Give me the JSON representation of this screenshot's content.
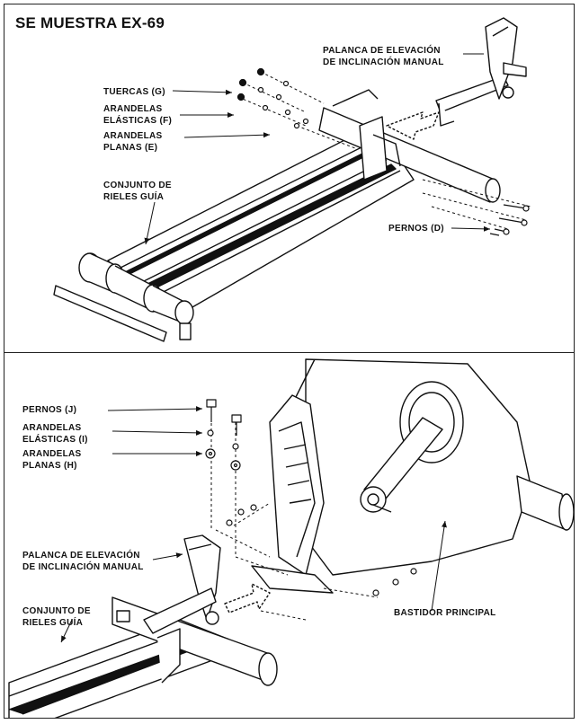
{
  "title": "SE MUESTRA EX-69",
  "top_panel": {
    "labels": {
      "lever": [
        "PALANCA DE ELEVACIÓN",
        "DE INCLINACIÓN MANUAL"
      ],
      "nuts": [
        "TUERCAS (G)"
      ],
      "spring_washers": [
        "ARANDELAS",
        "ELÁSTICAS (F)"
      ],
      "flat_washers": [
        "ARANDELAS",
        "PLANAS (E)"
      ],
      "rail": [
        "CONJUNTO DE",
        "RIELES GUÍA"
      ],
      "bolts": [
        "PERNOS (D)"
      ]
    }
  },
  "bottom_panel": {
    "labels": {
      "bolts": [
        "PERNOS (J)"
      ],
      "spring_washers": [
        "ARANDELAS",
        "ELÁSTICAS (I)"
      ],
      "flat_washers": [
        "ARANDELAS",
        "PLANAS (H)"
      ],
      "lever": [
        "PALANCA DE ELEVACIÓN",
        "DE INCLINACIÓN MANUAL"
      ],
      "rail": [
        "CONJUNTO DE",
        "RIELES GUÍA"
      ],
      "frame": [
        "BASTIDOR PRINCIPAL"
      ]
    }
  }
}
